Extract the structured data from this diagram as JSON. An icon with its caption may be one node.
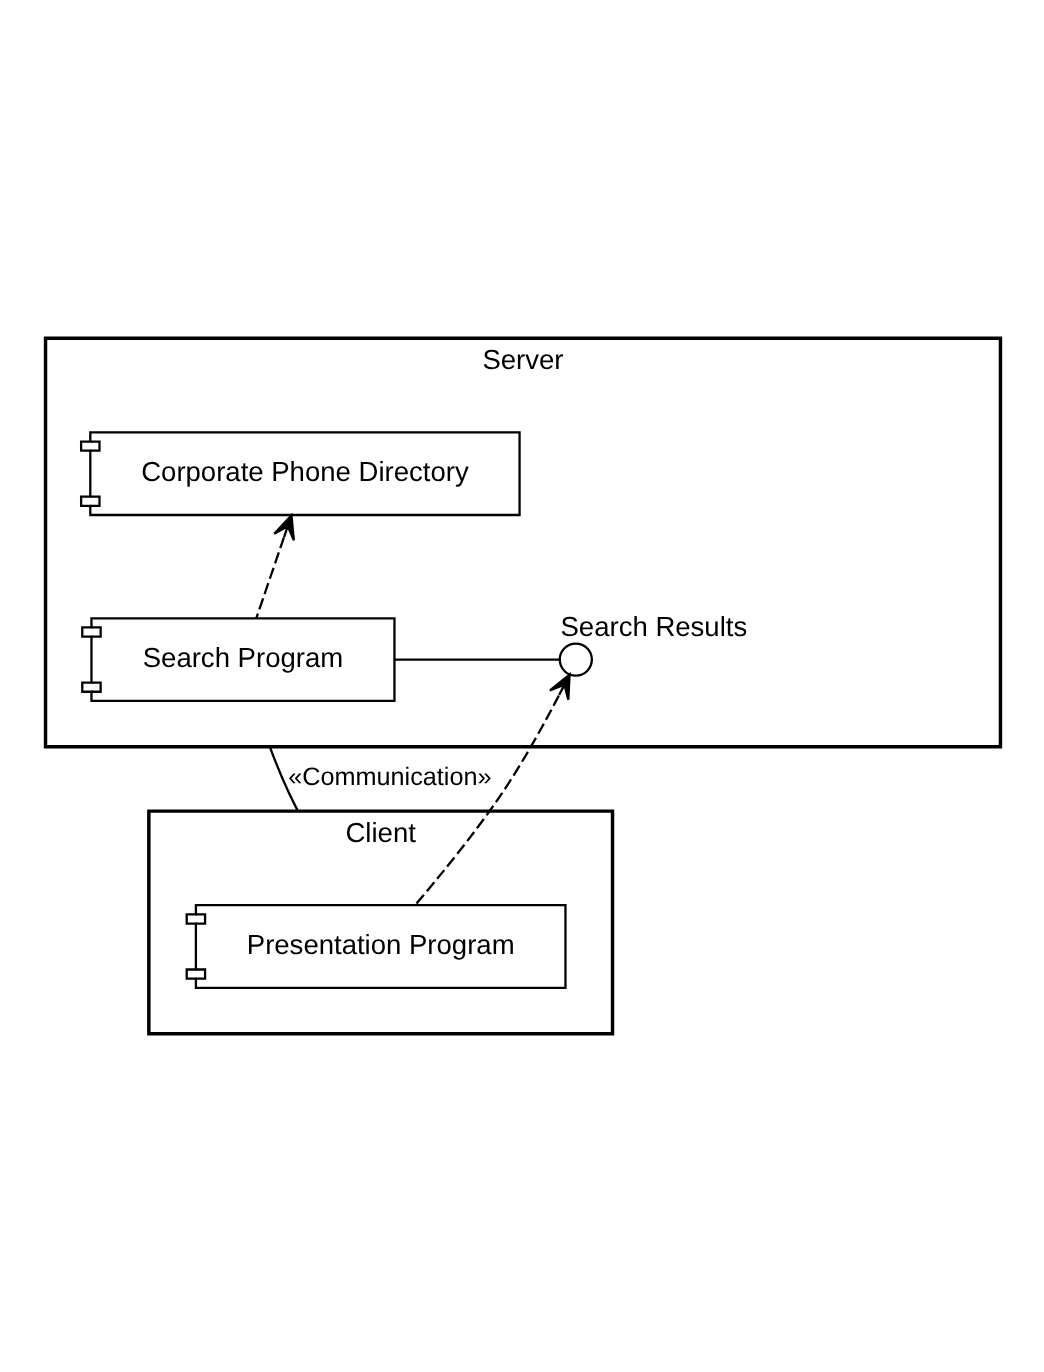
{
  "diagram": {
    "nodes": [
      {
        "text": [
          "Server"
        ]
      },
      {
        "text": [
          "Corporate Phone Directory"
        ],
        "in": 0
      },
      {
        "text": [
          "Search Program"
        ],
        "in": 0
      },
      {
        "text": [
          "Search Results"
        ],
        "in": 0
      },
      {
        "text": [
          "Client"
        ]
      },
      {
        "text": [
          "Presentation Program"
        ],
        "in": 4
      }
    ],
    "edges": [
      {
        "from": 2,
        "to": 1,
        "arrow": "to",
        "style": "dashed"
      },
      {
        "from": 2,
        "to": 3,
        "arrow": "none"
      },
      {
        "from": 0,
        "to": 4,
        "arrow": "none",
        "label": "«Communication»"
      },
      {
        "from": 5,
        "to": 3,
        "arrow": "to",
        "style": "dashed"
      }
    ]
  }
}
